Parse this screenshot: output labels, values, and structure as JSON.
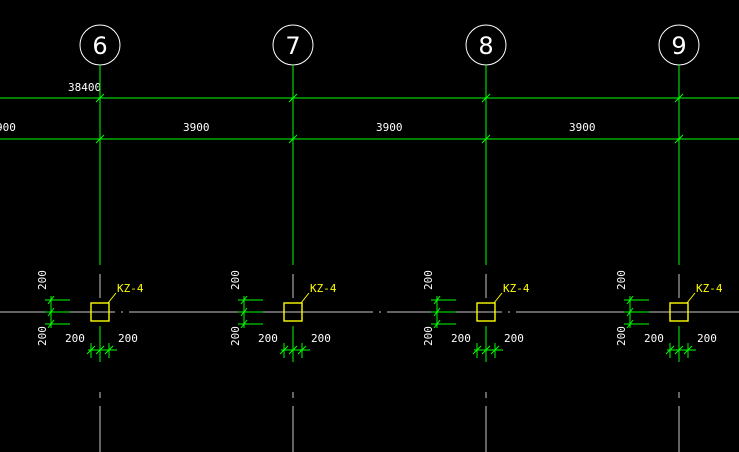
{
  "drawing": {
    "overall_dimension": "38400",
    "left_partial_dimension": "900",
    "axes": [
      {
        "label": "6",
        "span_label": "3900",
        "column_tag": "KZ-4",
        "dim_v_top": "200",
        "dim_v_bottom": "200",
        "dim_h_left": "200",
        "dim_h_right": "200"
      },
      {
        "label": "7",
        "span_label": "3900",
        "column_tag": "KZ-4",
        "dim_v_top": "200",
        "dim_v_bottom": "200",
        "dim_h_left": "200",
        "dim_h_right": "200"
      },
      {
        "label": "8",
        "span_label": "3900",
        "column_tag": "KZ-4",
        "dim_v_top": "200",
        "dim_v_bottom": "200",
        "dim_h_left": "200",
        "dim_h_right": "200"
      },
      {
        "label": "9",
        "span_label": "",
        "column_tag": "KZ-4",
        "dim_v_top": "200",
        "dim_v_bottom": "200",
        "dim_h_left": "200",
        "dim_h_right": "200"
      }
    ],
    "colors": {
      "background": "#000000",
      "grid_line": "#00ff00",
      "bubble": "#ffffff",
      "column": "#ffff00",
      "text": "#ffffff",
      "tag": "#ffff00",
      "center_line": "#c8c8c8"
    }
  }
}
